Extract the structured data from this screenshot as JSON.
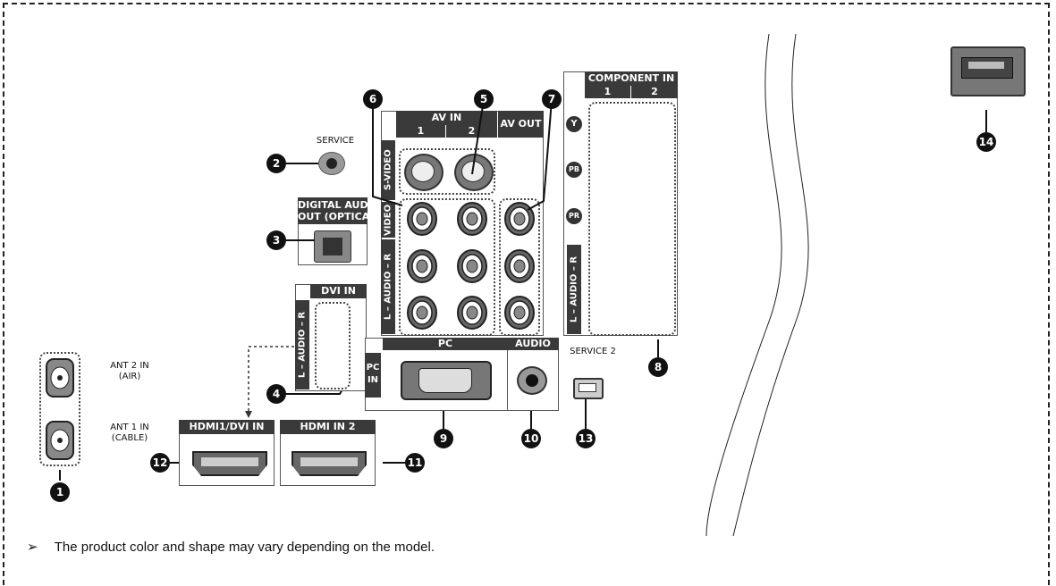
{
  "labels": {
    "service": "SERVICE",
    "digital_audio": "DIGITAL AUDIO",
    "digital_audio_sub": "OUT (OPTICAL)",
    "av_in": "AV IN",
    "av_in_1": "1",
    "av_in_2": "2",
    "av_out": "AV OUT",
    "s_video": "S-VIDEO",
    "video": "VIDEO",
    "audio_lr": "L – AUDIO – R",
    "component_in": "COMPONENT IN",
    "comp_1": "1",
    "comp_2": "2",
    "y": "Y",
    "pb": "PB",
    "pr": "PR",
    "dvi_in": "DVI IN",
    "dvi_audio": "L – AUDIO – R",
    "pc": "PC",
    "pc_in": "PC IN",
    "audio": "AUDIO",
    "service2": "SERVICE 2",
    "ant2": "ANT 2 IN",
    "ant2_sub": "(AIR)",
    "ant1": "ANT 1 IN",
    "ant1_sub": "(CABLE)",
    "hdmi1": "HDMI1/DVI IN",
    "hdmi2": "HDMI IN 2"
  },
  "callouts": {
    "n1": "1",
    "n2": "2",
    "n3": "3",
    "n4": "4",
    "n5": "5",
    "n6": "6",
    "n7": "7",
    "n8": "8",
    "n9": "9",
    "n10": "10",
    "n11": "11",
    "n12": "12",
    "n13": "13",
    "n14": "14"
  },
  "note": {
    "arrow": "➢",
    "text": "The product color and shape may vary depending on the model."
  },
  "colors": {
    "banner": "#3a3a3a",
    "line": "#111111",
    "port": "#555555"
  }
}
